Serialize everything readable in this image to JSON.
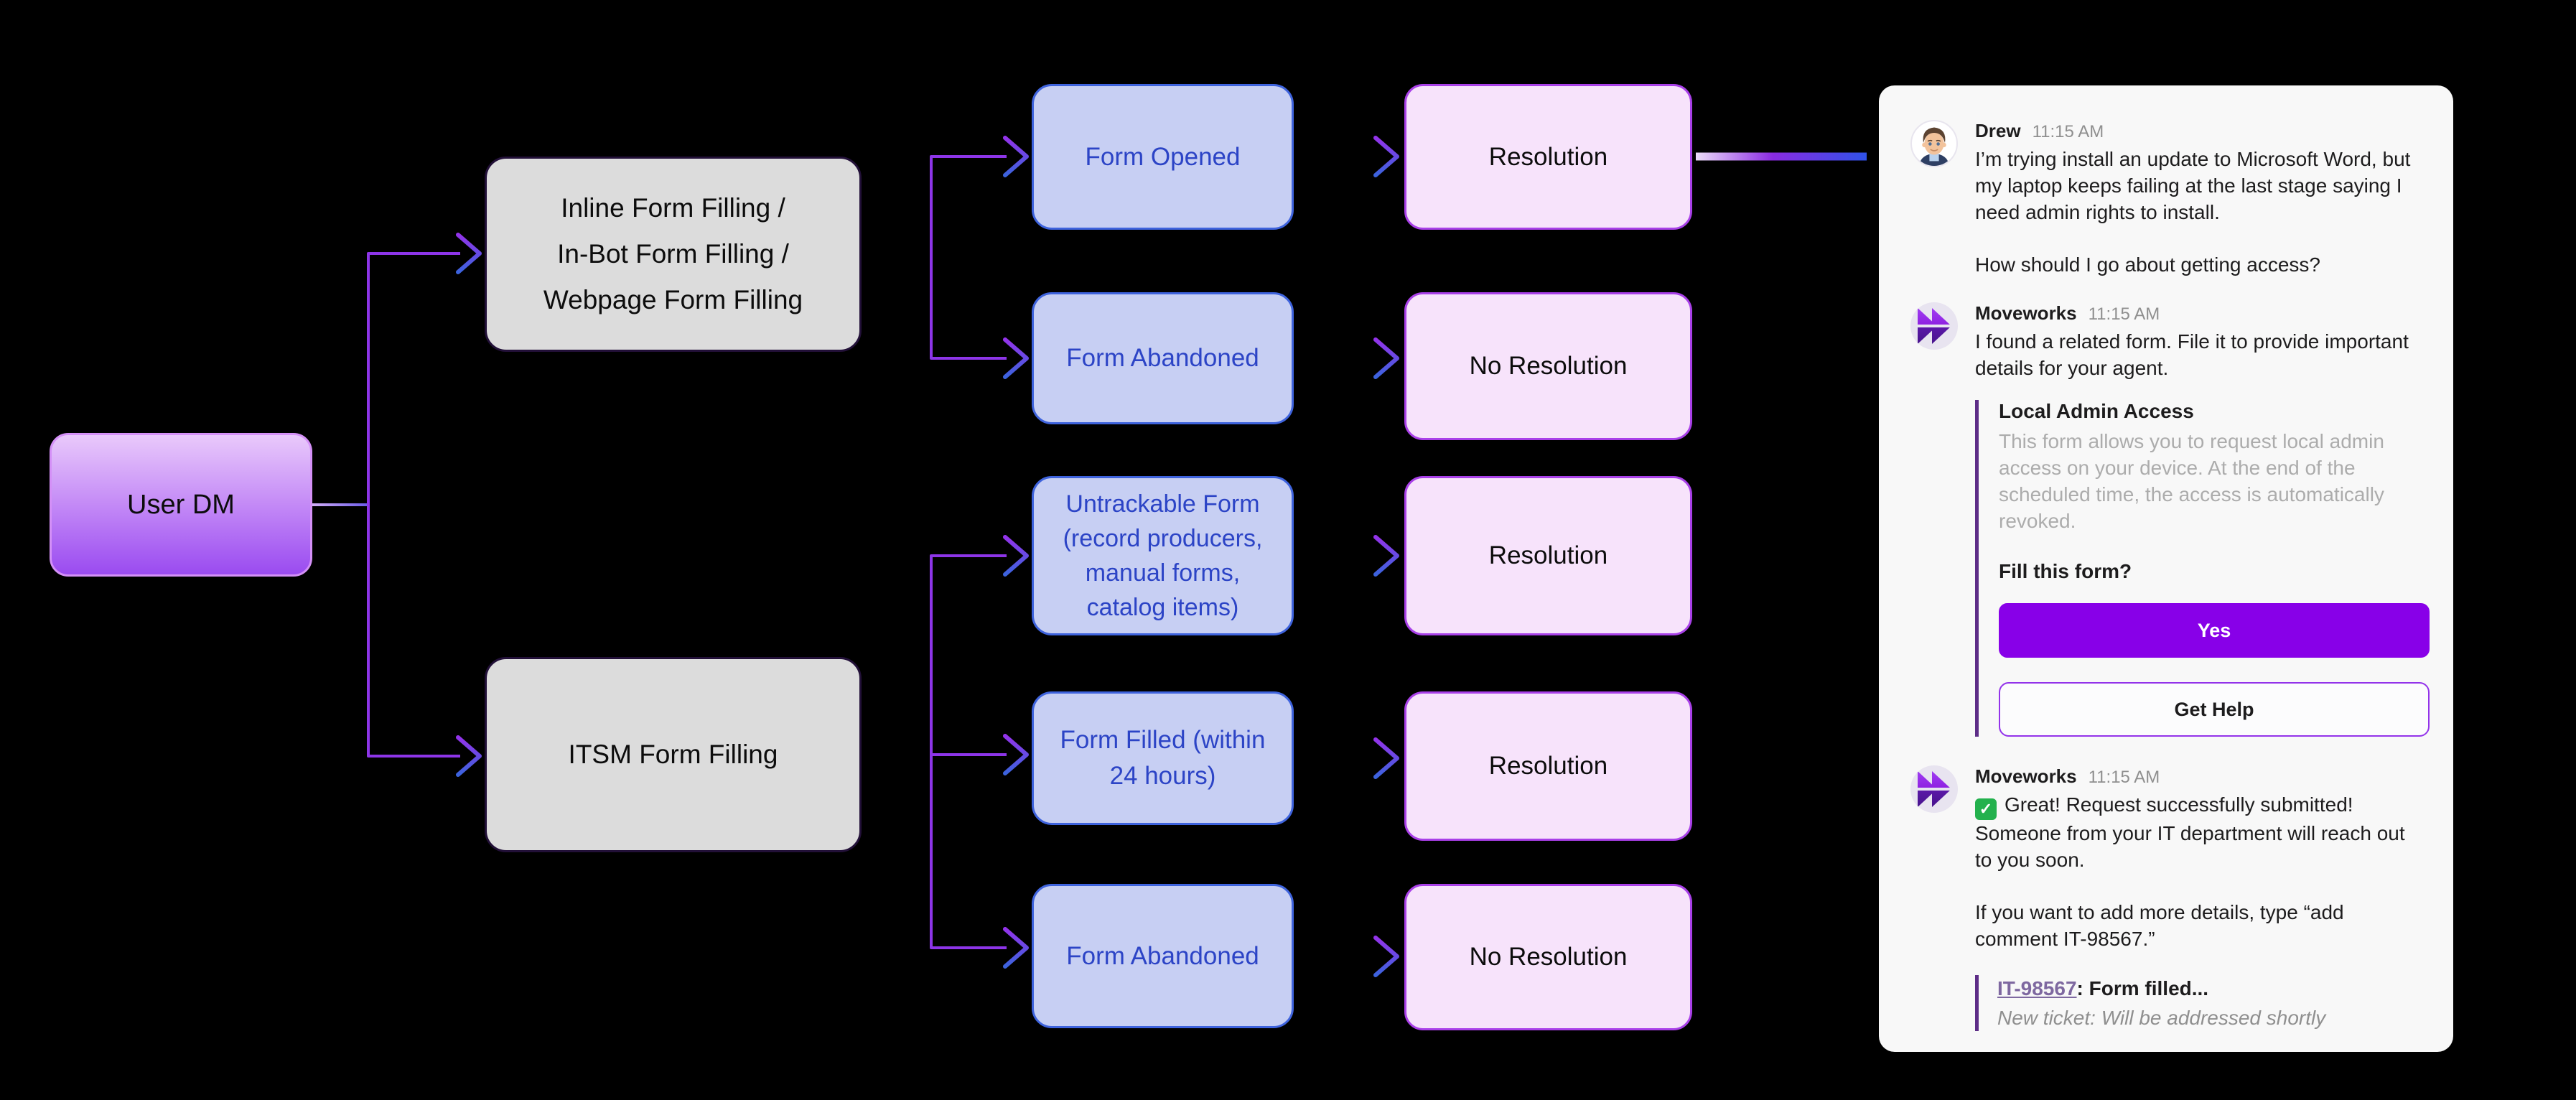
{
  "diagram": {
    "nodes": {
      "user_dm": {
        "label": "User DM"
      },
      "channel_inline": {
        "lines": [
          "Inline Form Filling /",
          "In-Bot Form Filling /",
          "Webpage Form Filling"
        ]
      },
      "channel_itsm": {
        "label": "ITSM Form Filling"
      },
      "form_opened": {
        "label": "Form Opened"
      },
      "form_abandoned_top": {
        "label": "Form Abandoned"
      },
      "untrackable": {
        "lines": [
          "Untrackable Form",
          "(record producers,",
          "manual forms,",
          "catalog items)"
        ]
      },
      "form_filled": {
        "lines": [
          "Form Filled (within",
          "24 hours)"
        ]
      },
      "form_abandoned_bottom": {
        "label": "Form Abandoned"
      },
      "resolution_top": {
        "label": "Resolution"
      },
      "no_resolution_top": {
        "label": "No Resolution"
      },
      "resolution_mid": {
        "label": "Resolution"
      },
      "resolution_filled": {
        "label": "Resolution"
      },
      "no_resolution_bottom": {
        "label": "No Resolution"
      }
    },
    "colors": {
      "connector_purple": "#8d35e8",
      "connector_blue": "#3b63dd",
      "node_blue_fill": "#c7cff3",
      "node_blue_border": "#3e63dd",
      "node_pink_fill": "#f7e3fb",
      "node_pink_border": "#a940e8",
      "node_gray_fill": "#dcdcdc",
      "user_dm_gradient_top": "#e9c9fb",
      "user_dm_gradient_bottom": "#9a4bf0"
    }
  },
  "chat": {
    "panel_bg": "#f8f8f8",
    "accent_purple": "#8800e8",
    "messages": [
      {
        "author": "Drew",
        "time": "11:15 AM",
        "paragraphs": [
          "I’m trying install an update to Microsoft Word, but my laptop keeps failing at the last stage saying I need admin rights to install.",
          "How should I go about getting access?"
        ]
      },
      {
        "author": "Moveworks",
        "time": "11:15 AM",
        "paragraphs": [
          "I found a related form. File it to provide important details for your agent."
        ],
        "form_card": {
          "title": "Local Admin Access",
          "description": "This form allows you to request local admin access on your device. At the end of the scheduled time, the access is automatically revoked.",
          "prompt": "Fill this form?",
          "primary_button": "Yes",
          "secondary_button": "Get Help"
        }
      },
      {
        "author": "Moveworks",
        "time": "11:15 AM",
        "check_mark": "✓",
        "paragraphs": [
          "Great! Request successfully submitted! Someone from your IT department will reach out to you soon.",
          "If you want to add more details, type “add comment IT-98567.”"
        ],
        "ticket": {
          "id_link": "IT-98567",
          "summary_suffix": ": Form filled...",
          "status_note": "New ticket: Will be addressed shortly"
        }
      }
    ]
  }
}
